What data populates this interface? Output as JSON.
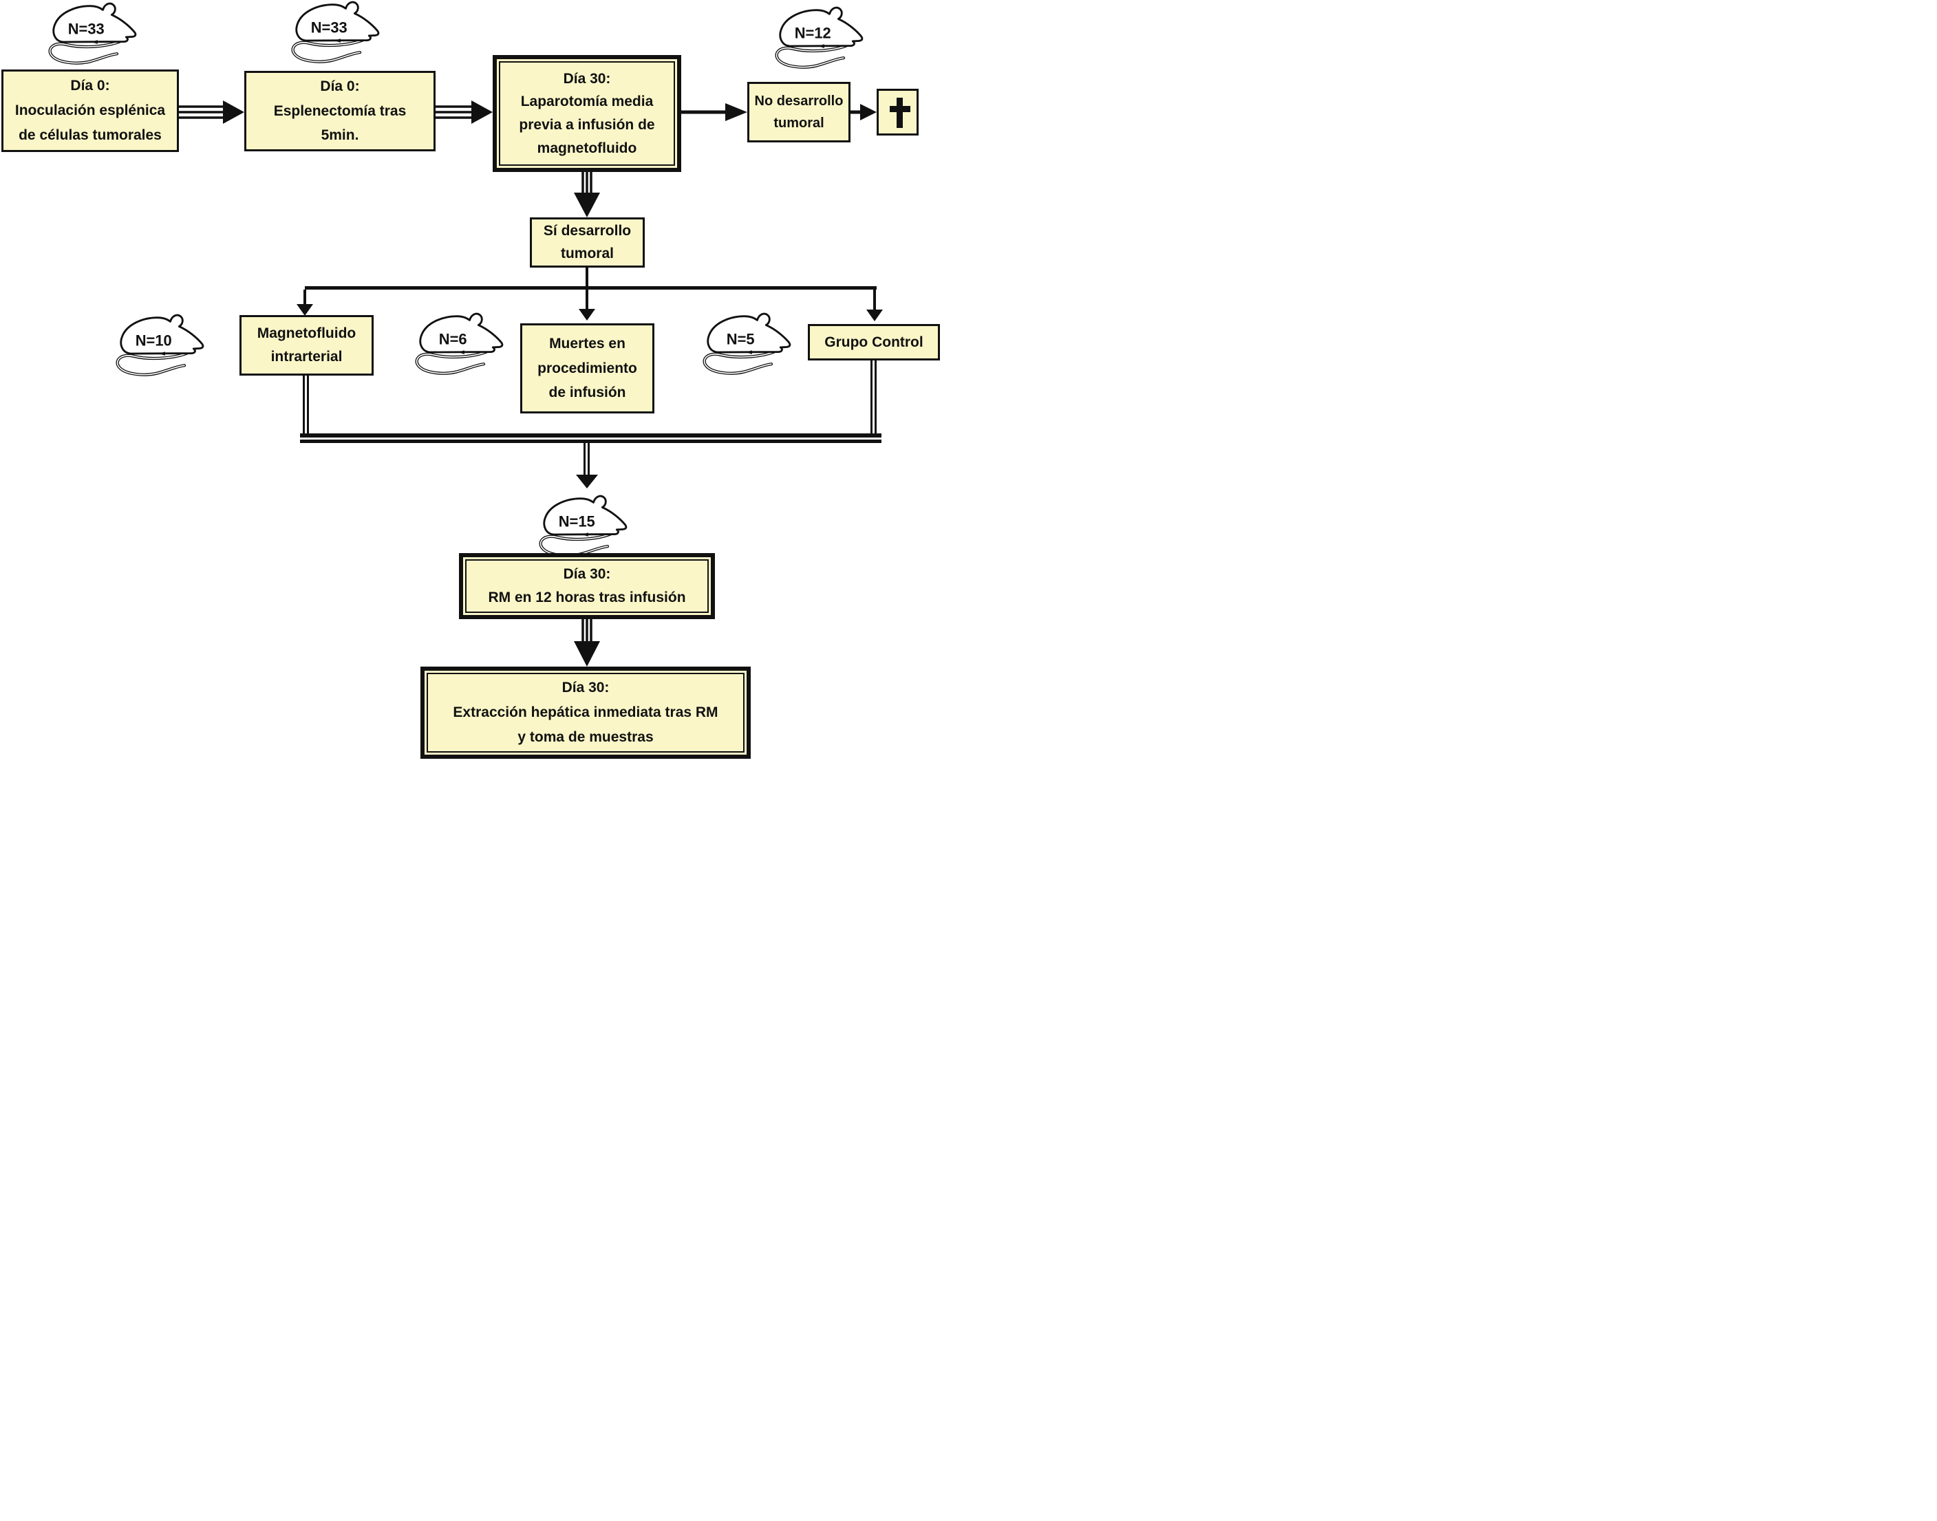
{
  "diagram": {
    "type": "flowchart",
    "language": "es",
    "background_color": "#ffffff",
    "box_fill_color": "#FAF6C8",
    "line_color": "#111111"
  },
  "mice": [
    {
      "id": "mouse-n33-a",
      "label": "N=33"
    },
    {
      "id": "mouse-n33-b",
      "label": "N=33"
    },
    {
      "id": "mouse-n12",
      "label": "N=12"
    },
    {
      "id": "mouse-n10",
      "label": "N=10"
    },
    {
      "id": "mouse-n6",
      "label": "N=6"
    },
    {
      "id": "mouse-n5",
      "label": "N=5"
    },
    {
      "id": "mouse-n15",
      "label": "N=15"
    }
  ],
  "nodes": {
    "inoculation": {
      "style": "single-border",
      "lines": [
        "Día 0:",
        "Inoculación esplénica",
        "de células tumorales"
      ]
    },
    "splenectomy": {
      "style": "single-border",
      "lines": [
        "Día 0:",
        "Esplenectomía tras",
        "5min."
      ]
    },
    "laparotomy": {
      "style": "double-border",
      "lines": [
        "Día 30:",
        "Laparotomía media",
        "previa a infusión de",
        "magnetofluido"
      ]
    },
    "no_tumor": {
      "style": "single-border",
      "lines": [
        "No desarrollo",
        "tumoral"
      ]
    },
    "death": {
      "style": "single-border",
      "symbol": "cross"
    },
    "tumor_yes": {
      "style": "single-border",
      "lines": [
        "Sí desarrollo",
        "tumoral"
      ]
    },
    "magnetofluid": {
      "style": "single-border",
      "lines": [
        "Magnetofluido",
        "intrarterial"
      ]
    },
    "deaths_infusion": {
      "style": "single-border",
      "lines": [
        "Muertes en",
        "procedimiento",
        "de infusión"
      ]
    },
    "control": {
      "style": "single-border",
      "lines": [
        "Grupo Control"
      ]
    },
    "mri": {
      "style": "double-border",
      "lines": [
        "Día 30:",
        "RM en 12 horas tras infusión"
      ]
    },
    "extraction": {
      "style": "double-border",
      "lines": [
        "Día 30:",
        "Extracción hepática inmediata tras RM",
        "y toma de muestras"
      ]
    }
  }
}
